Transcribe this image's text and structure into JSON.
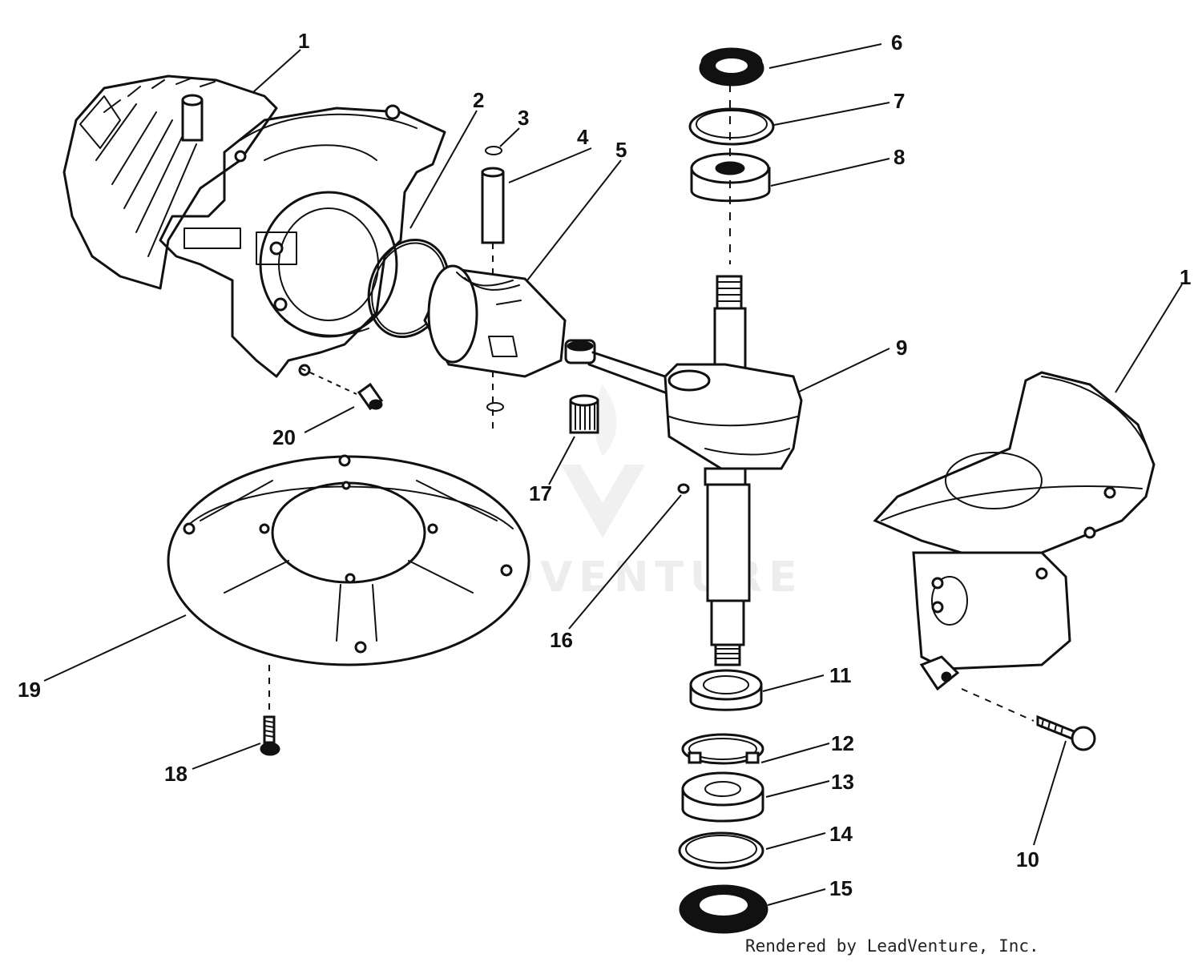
{
  "diagram": {
    "callouts": [
      "1",
      "2",
      "3",
      "4",
      "5",
      "6",
      "7",
      "8",
      "9",
      "1",
      "20",
      "17",
      "16",
      "19",
      "18",
      "11",
      "12",
      "13",
      "14",
      "15",
      "10"
    ],
    "watermark": "LEADVENTURE",
    "credit": "Rendered by LeadVenture, Inc."
  }
}
